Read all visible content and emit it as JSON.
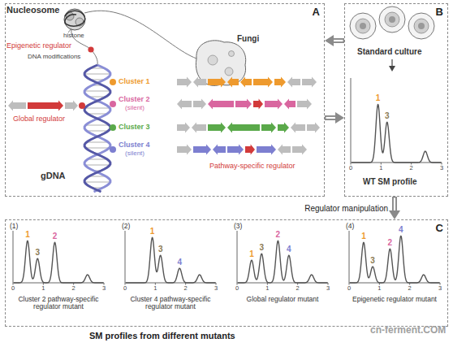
{
  "diagram": {
    "caption": "SM profiles from different mutants",
    "nodes": [
      {
        "text": [
          "A"
        ]
      },
      {
        "text": [
          "B"
        ]
      },
      {
        "text": [
          "C"
        ]
      }
    ],
    "edges": [
      {
        "from": 1,
        "to": 0,
        "arrow": "to"
      },
      {
        "from": 0,
        "to": 1,
        "arrow": "to"
      },
      {
        "from": 1,
        "to": 2,
        "label": "Regulator manipulation",
        "arrow": "to"
      }
    ],
    "labels": [
      "Nucleosome",
      "histone",
      "Epigenetic regulator",
      "DNA modifications",
      "Fungi",
      "Global regulator",
      "gDNA",
      "Cluster 1",
      "Cluster 2",
      "(silent)",
      "Cluster 3",
      "Cluster 4",
      "(silent)",
      "Pathway-specific regulator",
      "Standard culture",
      "1",
      "3",
      "0",
      "1",
      "2",
      "3",
      "WT SM profile",
      "(1)",
      "1",
      "3",
      "2",
      "0",
      "1",
      "2",
      "3",
      "Cluster 2 pathway-specific regulator mutant",
      "(2)",
      "1",
      "3",
      "4",
      "0",
      "1",
      "2",
      "3",
      "Cluster 4 pathway-specific regulator mutant",
      "(3)",
      "1",
      "3",
      "2",
      "4",
      "0",
      "1",
      "2",
      "3",
      "Global regulator mutant",
      "(4)",
      "1",
      "3",
      "2",
      "4",
      "0",
      "1",
      "2",
      "3",
      "Epigenetic regulator mutant",
      "cn-ferment.COM"
    ]
  }
}
